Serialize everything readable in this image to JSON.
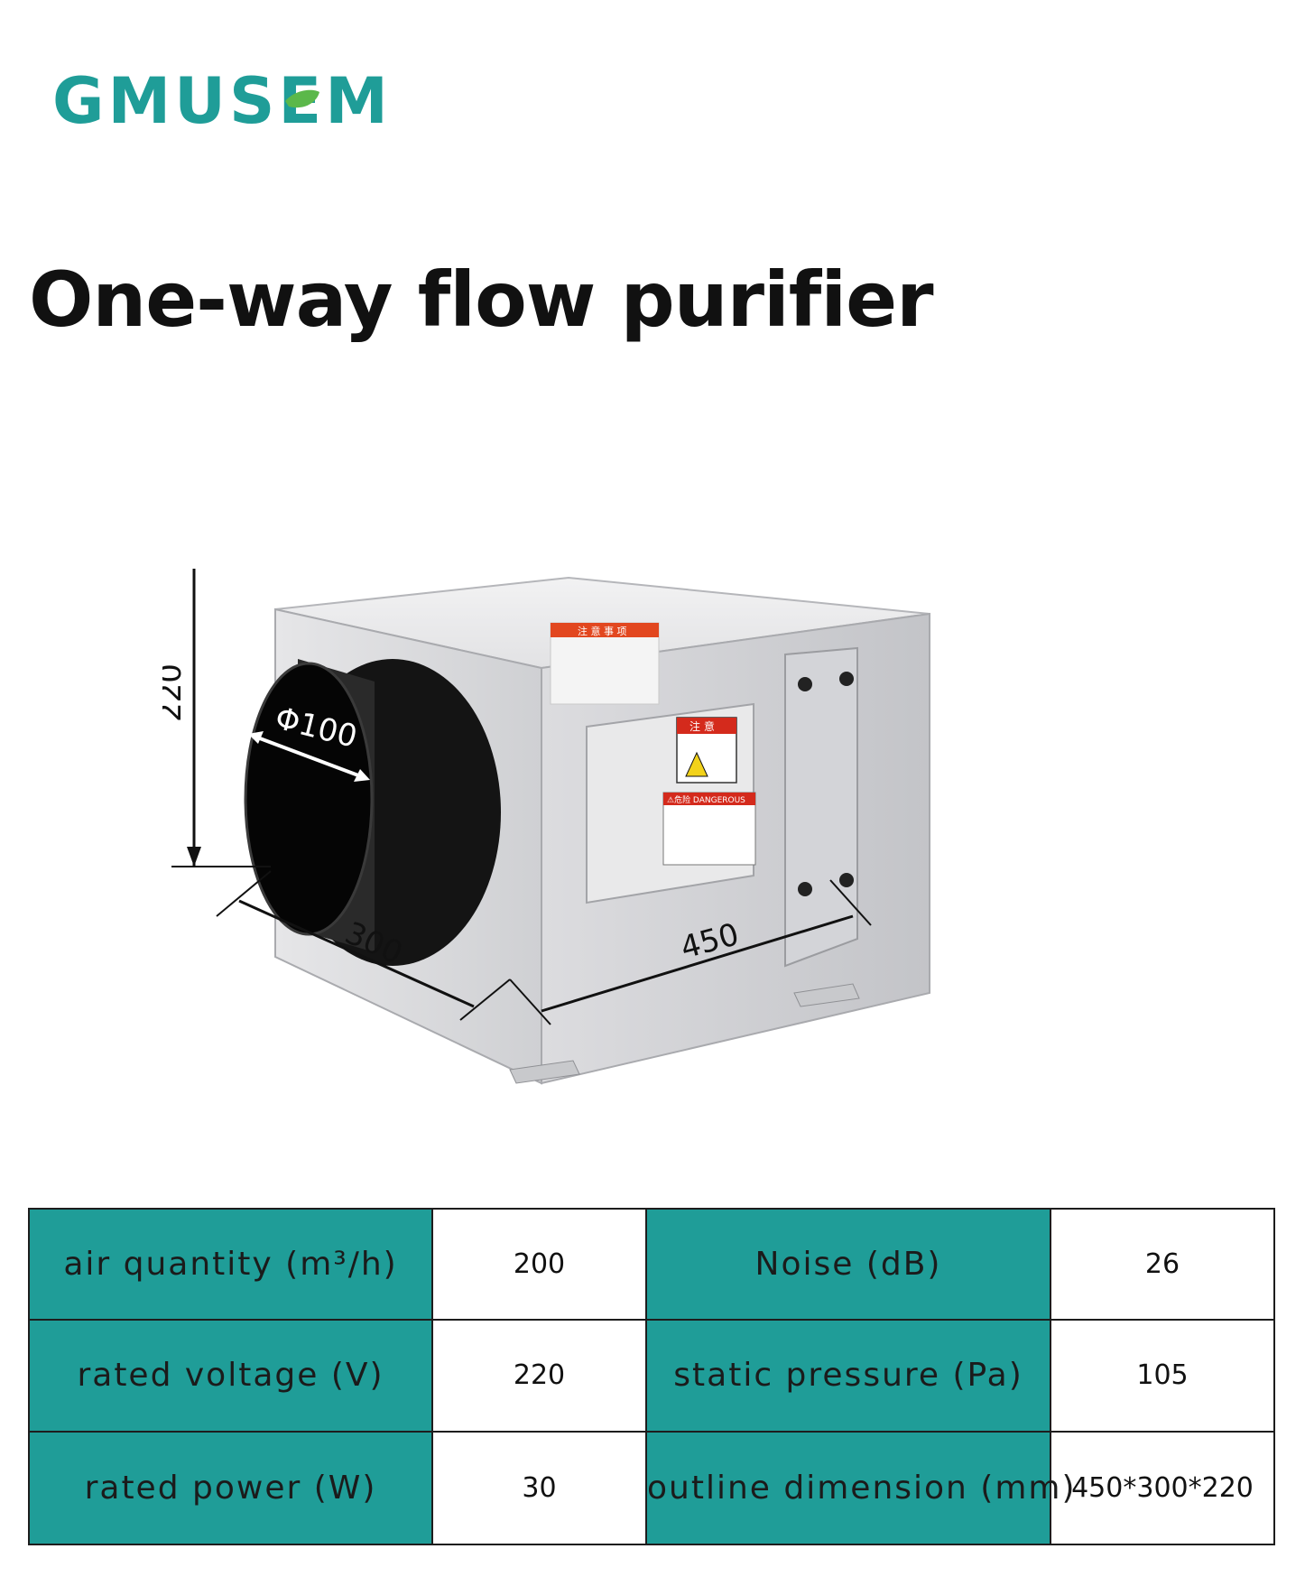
{
  "brand": {
    "name": "GMUSEM",
    "accent": "#1f9d98",
    "leaf": "#5bb84a"
  },
  "title": "One-way flow purifier",
  "diagram": {
    "height_label": "220",
    "diameter_label": "Φ100",
    "depth_label": "300",
    "width_label": "450",
    "notice_label": "注 意",
    "danger_label": "⚠危险 DANGEROUS",
    "caution_label": "注 意 事 项"
  },
  "specs": [
    {
      "label": "air quantity  (m³/h)",
      "value": "200",
      "label2": "Noise (dB)",
      "value2": "26"
    },
    {
      "label": "rated voltage (V)",
      "value": "220",
      "label2": "static pressure (Pa)",
      "value2": "105"
    },
    {
      "label": "rated power (W)",
      "value": "30",
      "label2": "outline dimension (mm)",
      "value2": "450*300*220"
    }
  ]
}
